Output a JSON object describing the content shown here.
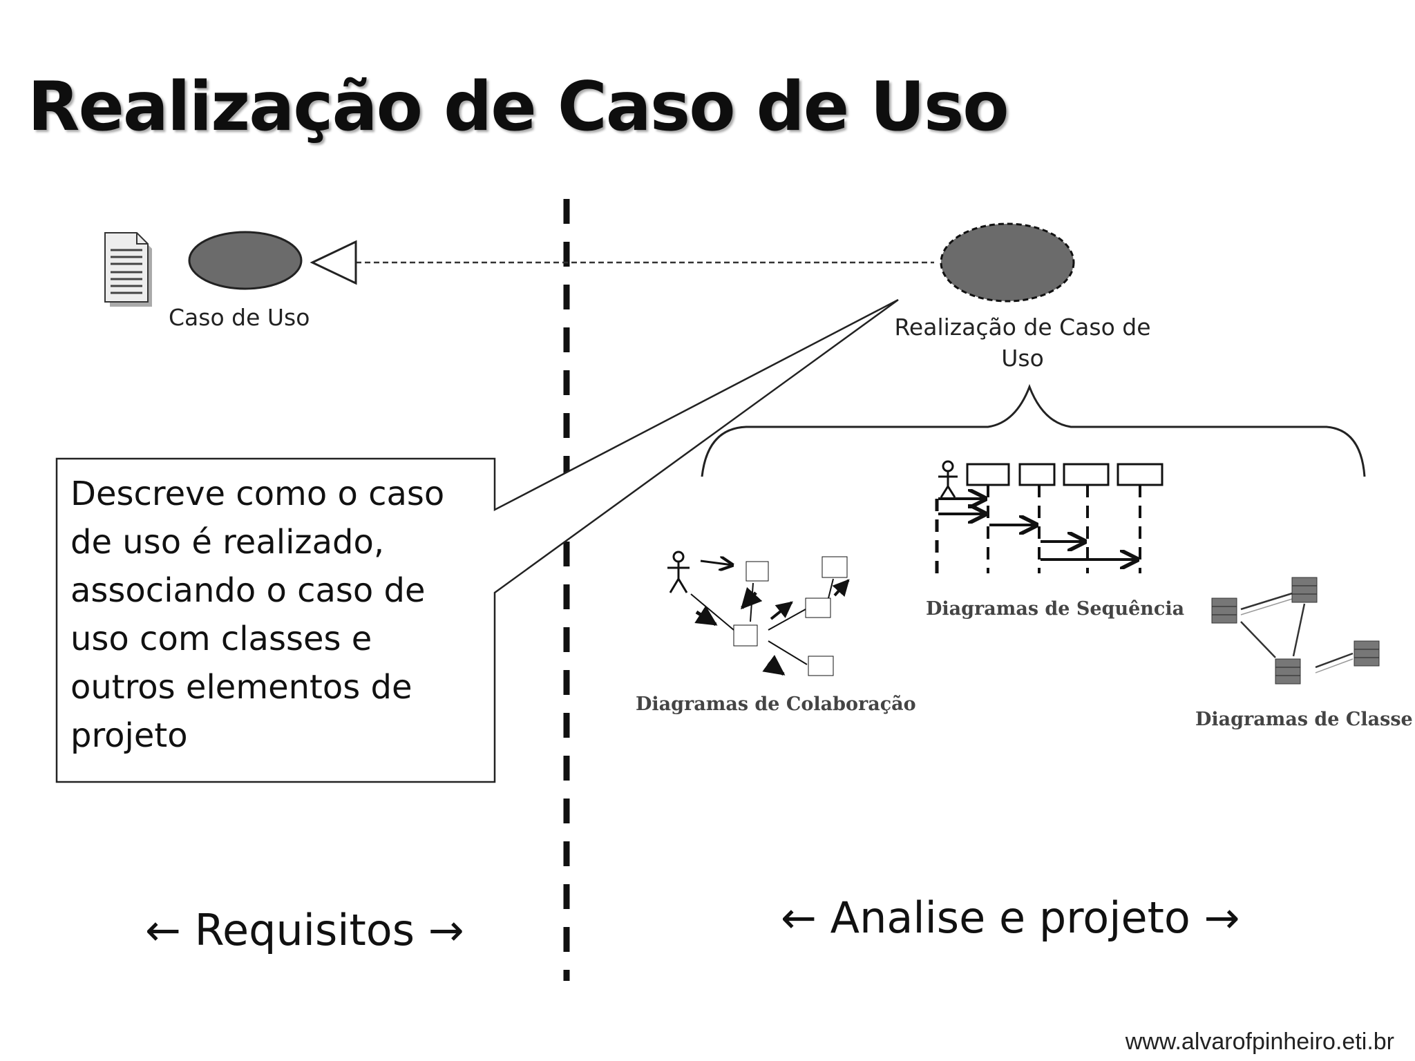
{
  "title": "Realização de Caso de Uso",
  "use_case": {
    "label": "Caso de Uso",
    "icon": "document-icon"
  },
  "realization": {
    "label_line1": "Realização de Caso de",
    "label_line2": "Uso"
  },
  "note": {
    "text": "Descreve como o caso de uso é realizado, associando o caso de uso com classes e outros elementos de projeto"
  },
  "diagrams": {
    "collaboration": "Diagramas de Colaboração",
    "sequence": "Diagramas de Sequência",
    "class": "Diagramas de Classe"
  },
  "regions": {
    "left": "← Requisitos →",
    "right": "← Analise e projeto →"
  },
  "footer": "www.alvarofpinheiro.eti.br"
}
